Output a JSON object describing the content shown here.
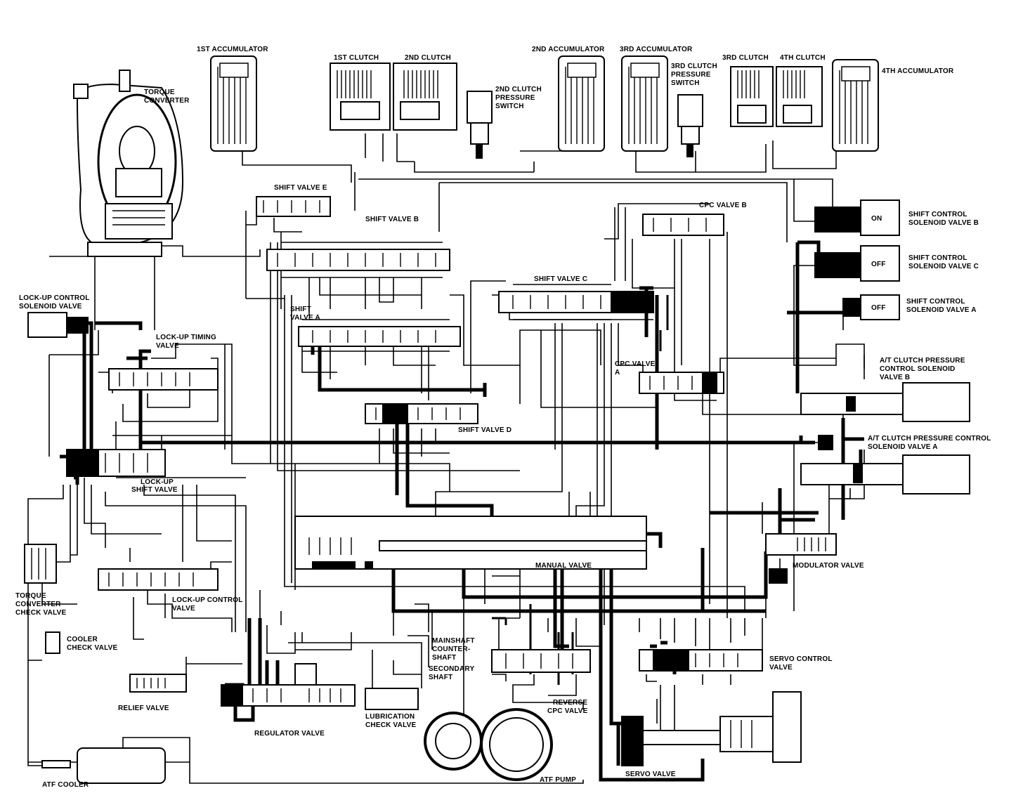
{
  "labels": {
    "acc1": "1ST ACCUMULATOR",
    "clutch1": "1ST CLUTCH",
    "clutch2": "2ND CLUTCH",
    "clutch2_sw": [
      "2ND CLUTCH",
      "PRESSURE",
      "SWITCH"
    ],
    "acc2": "2ND ACCUMULATOR",
    "acc3": "3RD ACCUMULATOR",
    "clutch3_sw": [
      "3RD CLUTCH",
      "PRESSURE",
      "SWITCH"
    ],
    "clutch3": "3RD CLUTCH",
    "clutch4": "4TH CLUTCH",
    "acc4": "4TH ACCUMULATOR",
    "torque_conv": [
      "TORQUE",
      "CONVERTER"
    ],
    "shift_e": "SHIFT VALVE E",
    "shift_b": "SHIFT VALVE B",
    "cpc_b": "CPC VALVE B",
    "sol_b": [
      "SHIFT CONTROL",
      "SOLENOID VALVE B"
    ],
    "sol_c": [
      "SHIFT CONTROL",
      "SOLENOID VALVE C"
    ],
    "sol_a": [
      "SHIFT CONTROL",
      "SOLENOID VALVE A"
    ],
    "shift_c": "SHIFT VALVE C",
    "shift_a": [
      "SHIFT",
      "VALVE A"
    ],
    "lockup_sol": [
      "LOCK-UP CONTROL",
      "SOLENOID VALVE"
    ],
    "lockup_timing": [
      "LOCK-UP TIMING",
      "VALVE"
    ],
    "cpc_a": [
      "CPC VALVE",
      "A"
    ],
    "at_b": [
      "A/T CLUTCH PRESSURE",
      "CONTROL SOLENOID",
      "VALVE B"
    ],
    "shift_d": "SHIFT VALVE D",
    "at_a": [
      "A/T CLUTCH PRESSURE CONTROL",
      "SOLENOID VALVE A"
    ],
    "lockup_shift": [
      "LOCK-UP",
      "SHIFT  VALVE"
    ],
    "manual": "MANUAL VALVE",
    "modulator": "MODULATOR VALVE",
    "tc_check": [
      "TORQUE",
      "CONVERTER",
      "CHECK VALVE"
    ],
    "lockup_ctrl": [
      "LOCK-UP CONTROL",
      "VALVE"
    ],
    "cooler_check": [
      "COOLER",
      "CHECK VALVE"
    ],
    "mainshaft": "MAINSHAFT",
    "countershaft": [
      "COUNTER-",
      "SHAFT"
    ],
    "secondary": [
      "SECONDARY",
      "SHAFT"
    ],
    "servo_ctrl": [
      "SERVO CONTROL",
      "VALVE"
    ],
    "relief": "RELIEF VALVE",
    "regulator": "REGULATOR VALVE",
    "lube_check": [
      "LUBRICATION",
      "CHECK VALVE"
    ],
    "reverse_cpc": [
      "REVERSE",
      "CPC VALVE"
    ],
    "atf_cooler": "ATF COOLER",
    "atf_pump": "ATF PUMP",
    "servo": "SERVO VALVE"
  },
  "solenoid_states": {
    "b": "ON",
    "c": "OFF",
    "a": "OFF"
  }
}
